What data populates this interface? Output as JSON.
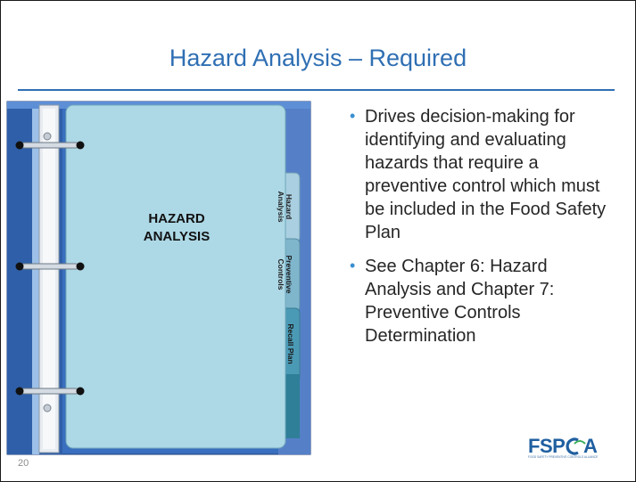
{
  "slide": {
    "title": "Hazard Analysis – Required",
    "page_number": "20"
  },
  "binder": {
    "page_label_line1": "HAZARD",
    "page_label_line2": "ANALYSIS",
    "tabs": [
      {
        "line1": "Hazard",
        "line2": "Analysis",
        "color": "#a9cfe0"
      },
      {
        "line1": "Preventive",
        "line2": "Controls",
        "color": "#7fb6cc"
      },
      {
        "line1": "Recall Plan",
        "line2": "",
        "color": "#4b9ab5"
      }
    ],
    "page_color": "#add8e6",
    "cover_color": "#3a6fbf"
  },
  "bullets": [
    "Drives decision-making for identifying and evaluating hazards that require a preventive control which must be included in the Food Safety Plan",
    "See Chapter 6: Hazard Analysis and Chapter 7: Preventive Controls Determination"
  ],
  "logo": {
    "text": "FSPCA",
    "subtitle": "FOOD SAFETY PREVENTIVE CONTROLS ALLIANCE"
  }
}
